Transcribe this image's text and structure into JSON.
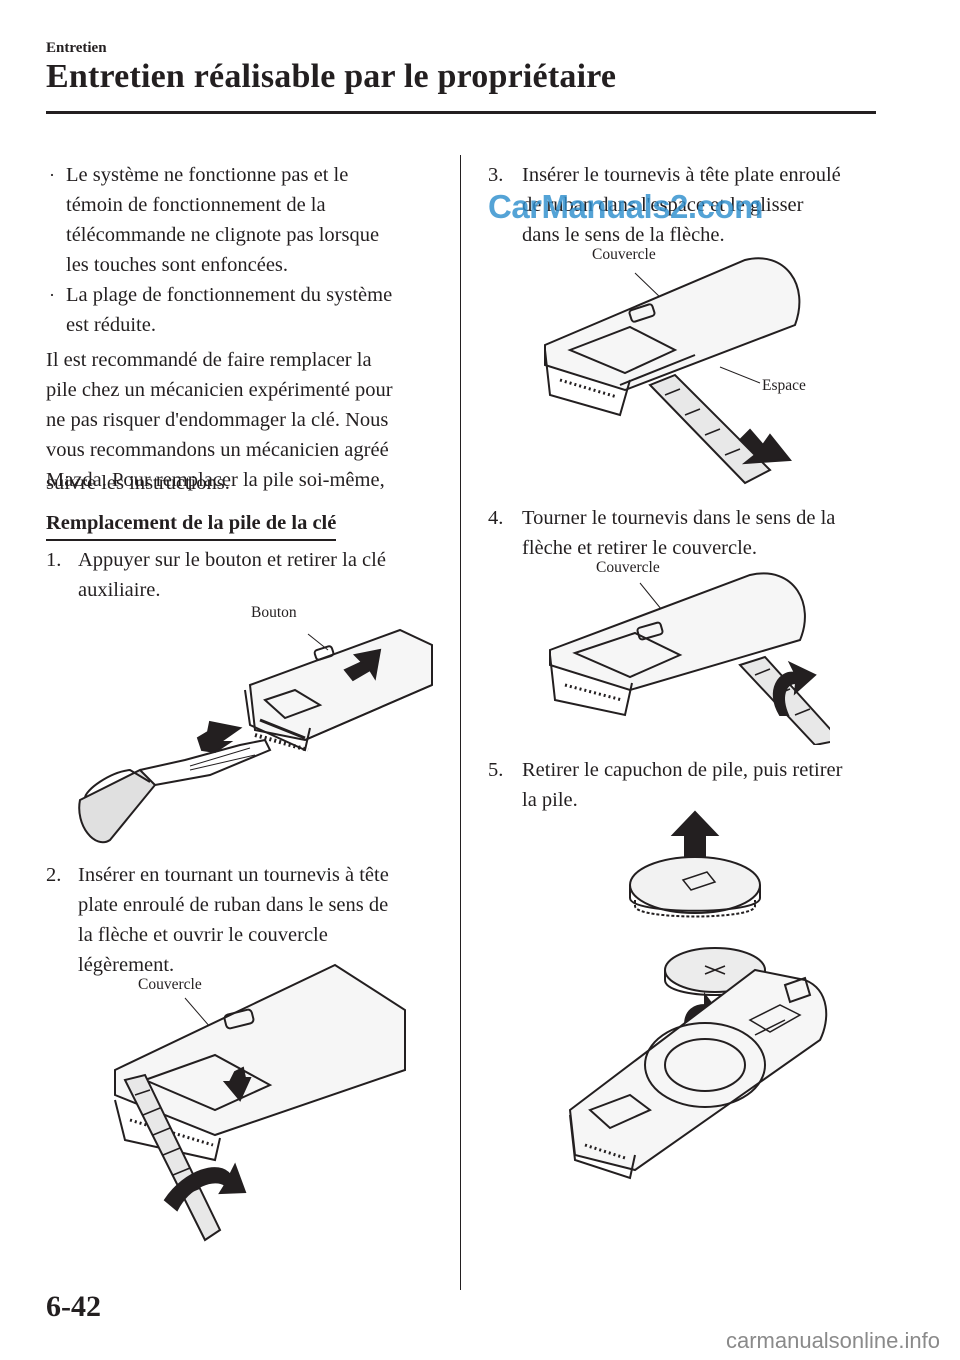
{
  "header": {
    "section": "Entretien",
    "title": "Entretien réalisable par le propriétaire"
  },
  "left": {
    "bullets": [
      [
        "Le système ne fonctionne pas et le",
        "témoin de fonctionnement de la",
        "télécommande ne clignote pas lorsque",
        "les touches sont enfoncées."
      ],
      [
        "La plage de fonctionnement du système",
        "est réduite."
      ]
    ],
    "paragraph": [
      "Il est recommandé de faire remplacer la",
      "pile chez un mécanicien expérimenté pour",
      "ne pas risquer d'endommager la clé. Nous",
      "vous recommandons un mécanicien agréé",
      "Mazda. Pour remplacer la pile soi-même,",
      "suivre les instructions."
    ],
    "subheading": "Remplacement de la pile de la clé",
    "step1": {
      "num": "1.",
      "lines": [
        "Appuyer sur le bouton et retirer la clé",
        "auxiliaire."
      ],
      "label": "Bouton"
    },
    "step2": {
      "num": "2.",
      "lines": [
        "Insérer en tournant un tournevis à tête",
        "plate enroulé de ruban dans le sens de",
        "la flèche et ouvrir le couvercle",
        "légèrement."
      ],
      "label": "Couvercle"
    }
  },
  "right": {
    "step3": {
      "num": "3.",
      "lines": [
        "Insérer le tournevis à tête plate enroulé",
        "de ruban dans l'espace et le glisser",
        "dans le sens de la flèche."
      ],
      "label_cover": "Couvercle",
      "label_gap": "Espace"
    },
    "step4": {
      "num": "4.",
      "lines": [
        "Tourner le tournevis dans le sens de la",
        "flèche et retirer le couvercle."
      ],
      "label": "Couvercle"
    },
    "step5": {
      "num": "5.",
      "lines": [
        "Retirer le capuchon de pile, puis retirer",
        "la pile."
      ]
    }
  },
  "watermark": "CarManuals2.com",
  "footer": {
    "page_number": "6-42",
    "site": "carmanualsonline.info"
  },
  "colors": {
    "text": "#231f20",
    "watermark": "#2f8fce",
    "footer_site": "#8a8a8a"
  }
}
